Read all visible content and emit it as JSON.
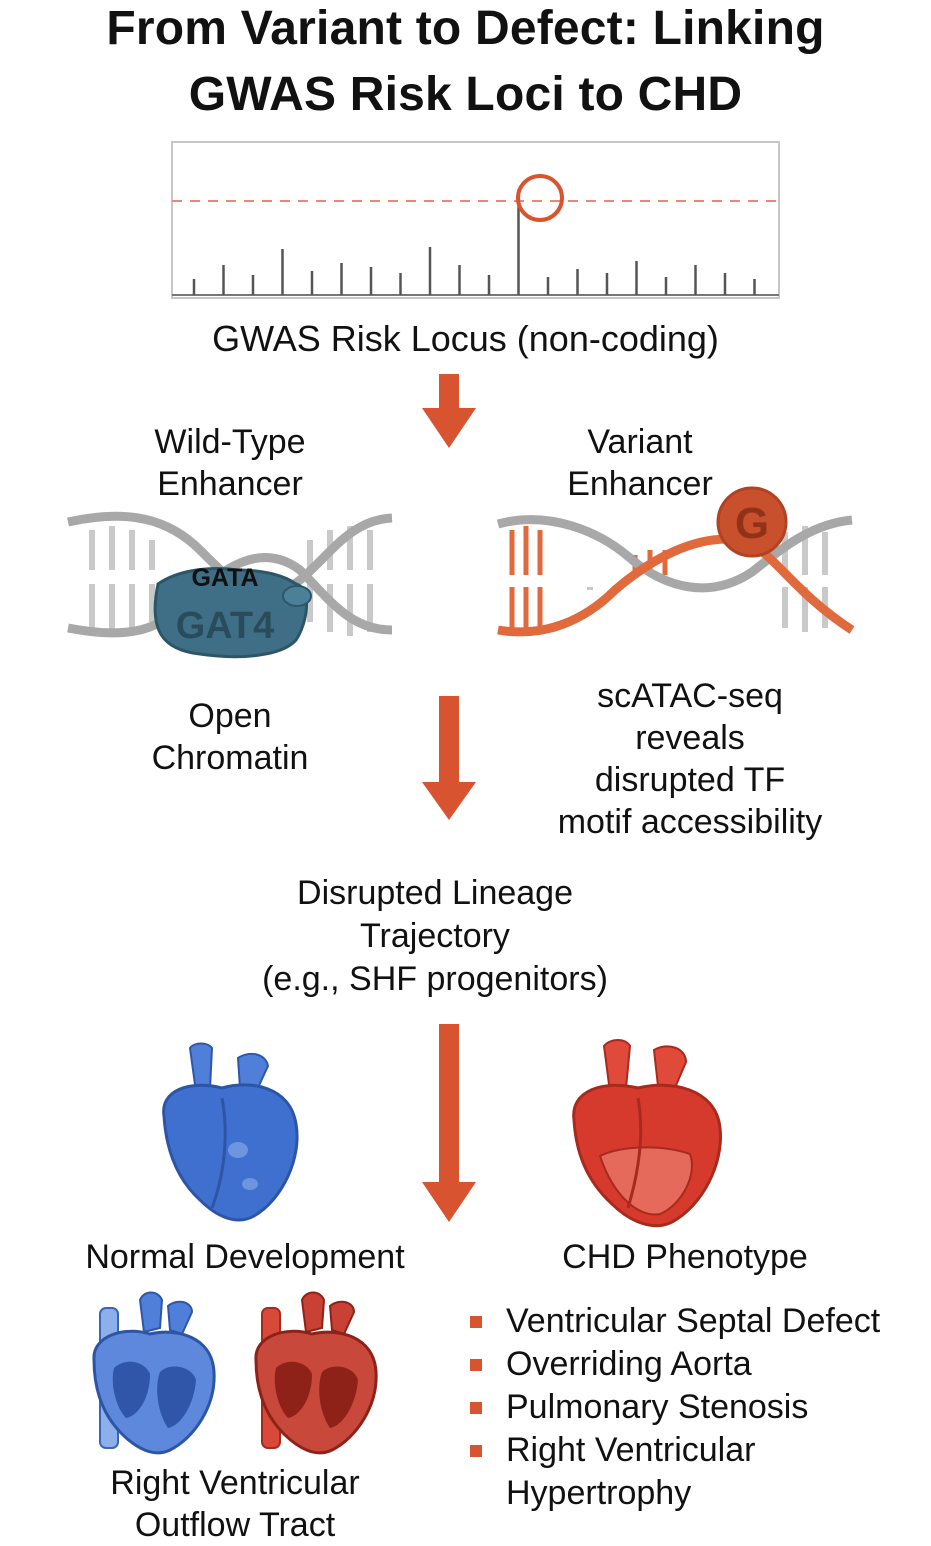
{
  "title": {
    "line1": "From Variant to Defect: Linking",
    "line2": "GWAS Risk Loci to CHD"
  },
  "gwas": {
    "label": "GWAS Risk Locus (non-coding)",
    "peak_index": 11
  },
  "wild_type": {
    "title_line1": "Wild-Type",
    "title_line2": "Enhancer",
    "motif": "GATA",
    "protein": "GAT4",
    "state_line1": "Open",
    "state_line2": "Chromatin"
  },
  "variant": {
    "title_line1": "Variant",
    "title_line2": "Enhancer",
    "allele": "G",
    "desc_line1": "scATAC-seq",
    "desc_line2": "reveals",
    "desc_line3": "disrupted TF",
    "desc_line4": "motif accessibility"
  },
  "trajectory": {
    "line1": "Disrupted Lineage",
    "line2": "Trajectory",
    "line3": "(e.g., SHF progenitors)"
  },
  "outcomes": {
    "normal_label": "Normal Development",
    "chd_label": "CHD Phenotype",
    "rvot_line1": "Right Ventricular",
    "rvot_line2": "Outflow Tract"
  },
  "phenotypes": [
    {
      "line1": "Ventricular Septal Defect",
      "line2": ""
    },
    {
      "line1": "Overriding Aorta",
      "line2": ""
    },
    {
      "line1": "Pulmonary Stenosis",
      "line2": ""
    },
    {
      "line1": "Right Ventricular",
      "line2": "Hypertrophy"
    }
  ],
  "colors": {
    "arrow": "#d8532f",
    "variant_strand": "#e06a3c",
    "protein": "#3e6f86",
    "normal_heart": "#3f6fcf",
    "chd_heart": "#d63a2c",
    "dna": "#a8a8a8"
  }
}
